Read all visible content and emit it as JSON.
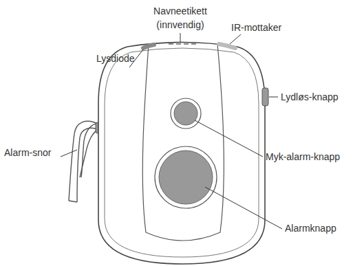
{
  "diagram": {
    "labels": [
      "Navneetikett (innvendig)",
      "IR-mottaker",
      "Lysdiode",
      "Lydløs-knapp",
      "Alarm-snor",
      "Myk-alarm-knapp",
      "Alarmknapp"
    ]
  }
}
